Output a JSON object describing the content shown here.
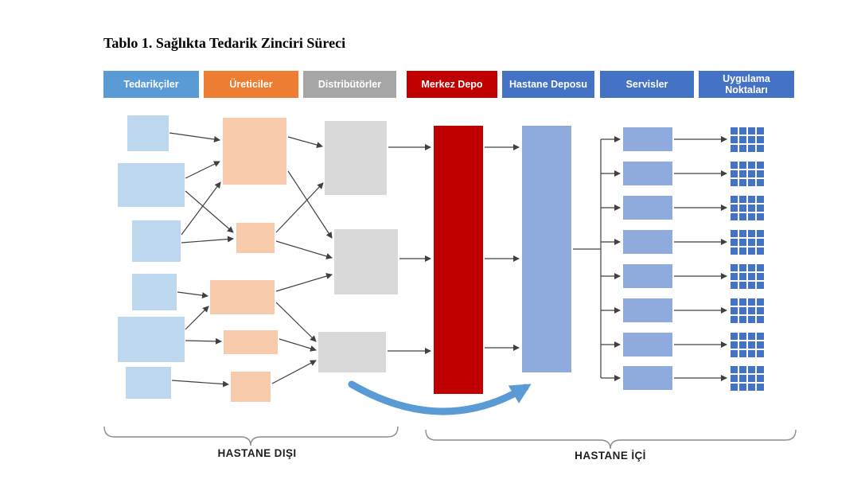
{
  "title": "Tablo 1. Sağlıkta Tedarik Zinciri Süreci",
  "columns": [
    {
      "label": "Tedarikçiler",
      "header_color": "#5B9BD5",
      "box_color": "#BDD7EE",
      "box_count": 6
    },
    {
      "label": "Üreticiler",
      "header_color": "#ED7D31",
      "box_color": "#F8CBAD",
      "box_count": 5
    },
    {
      "label": "Distribütörler",
      "header_color": "#A6A6A6",
      "box_color": "#D9D9D9",
      "box_count": 3
    },
    {
      "label": "Merkez Depo",
      "header_color": "#C00000",
      "box_color": "#C00000",
      "box_count": 1
    },
    {
      "label": "Hastane Deposu",
      "header_color": "#4472C4",
      "box_color": "#8FAADC",
      "box_count": 1
    },
    {
      "label": "Servisler",
      "header_color": "#4472C4",
      "box_color": "#8FAADC",
      "box_count": 8
    },
    {
      "label": "Uygulama Noktaları",
      "header_color": "#4472C4",
      "box_color": "#4472C4",
      "box_count": 8
    }
  ],
  "group_labels": {
    "outside": "HASTANE DIŞI",
    "inside": "HASTANE İÇİ"
  },
  "colors": {
    "connector": "#404040",
    "flow_arrow": "#5B9BD5",
    "brace": "#8C8C8C"
  }
}
